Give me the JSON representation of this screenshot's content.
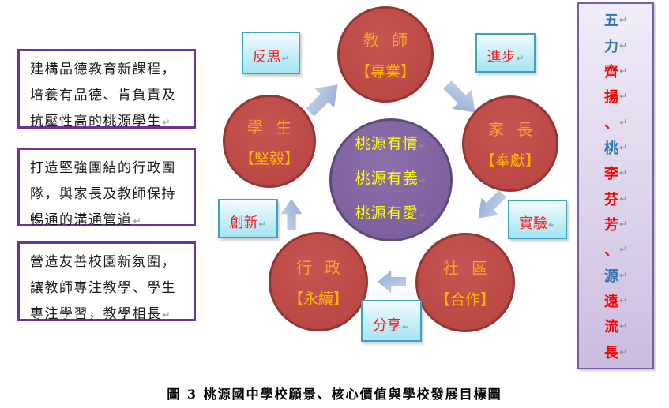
{
  "caption": "圖 3 桃源國中學校願景、核心價值與學校發展目標圖",
  "return_mark": "↵",
  "goal_boxes": [
    {
      "lines": [
        "建構品德教育新課程，",
        "培養有品德、肯負責及",
        "抗壓性高的桃源學生"
      ]
    },
    {
      "lines": [
        "打造堅強團結的行政團",
        "隊，與家長及教師保持",
        "暢通的溝通管道"
      ]
    },
    {
      "lines": [
        "營造友善校園新氛圍，",
        "讓教師專注教學、學生",
        "專注學習，教學相長"
      ]
    }
  ],
  "nodes": {
    "teacher": {
      "name": "教 師",
      "value": "【專業】"
    },
    "parent": {
      "name": "家 長",
      "value": "【奉獻】"
    },
    "community": {
      "name": "社 區",
      "value": "【合作】"
    },
    "admin": {
      "name": "行 政",
      "value": "【永續】"
    },
    "student": {
      "name": "學 生",
      "value": "【堅毅】"
    }
  },
  "center_circle": {
    "lines": [
      "桃源有情",
      "桃源有義",
      "桃源有愛"
    ]
  },
  "cycle_labels": {
    "reflect": "反思",
    "progress": "進步",
    "experiment": "實驗",
    "share": "分享",
    "innovate": "創新"
  },
  "banner": {
    "chars": [
      {
        "ch": "五",
        "color": "#2E74B6"
      },
      {
        "ch": "力",
        "color": "#2E74B6"
      },
      {
        "ch": "齊",
        "color": "#FF0000"
      },
      {
        "ch": "揚",
        "color": "#FF0000"
      },
      {
        "ch": "、",
        "color": "#FF0000"
      },
      {
        "ch": "桃",
        "color": "#2E74B6"
      },
      {
        "ch": "李",
        "color": "#FF0000"
      },
      {
        "ch": "芬",
        "color": "#FF0000"
      },
      {
        "ch": "芳",
        "color": "#FF0000"
      },
      {
        "ch": "、",
        "color": "#FF0000"
      },
      {
        "ch": "源",
        "color": "#2E74B6"
      },
      {
        "ch": "遠",
        "color": "#FF0000"
      },
      {
        "ch": "流",
        "color": "#FF0000"
      },
      {
        "ch": "長",
        "color": "#FF0000"
      }
    ]
  },
  "colors": {
    "node_fill": "#BE4B48",
    "node_border": "#943634",
    "node_name": "#F5A233",
    "node_value": "#FFB900",
    "center_fill": "#8064A2",
    "center_border": "#5F497A",
    "center_text": "#FFFF00",
    "label_text": "#FF1A1A",
    "label_border": "#3EA2C3",
    "arrow_fill": "#A9BDDE",
    "box_border": "#7030A0"
  }
}
